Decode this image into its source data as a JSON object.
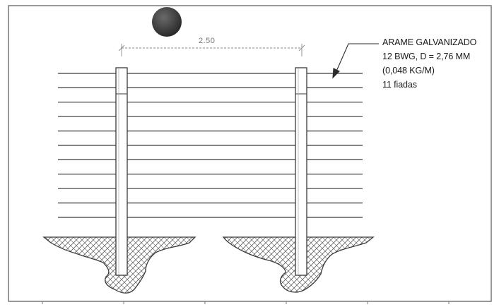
{
  "drawing": {
    "dimension_label": "2.50",
    "callout_lines": [
      "ARAME GALVANIZADO",
      "12 BWG, D = 2,76 MM",
      "(0,048 KG/M)",
      "11 fiadas"
    ],
    "wire_count": 11,
    "post_count": 2,
    "colors": {
      "line": "#3a3a3a",
      "frame": "#555555",
      "dim": "#8a8a8a",
      "soil": "#555555",
      "marker": "#3d3d3d"
    }
  }
}
